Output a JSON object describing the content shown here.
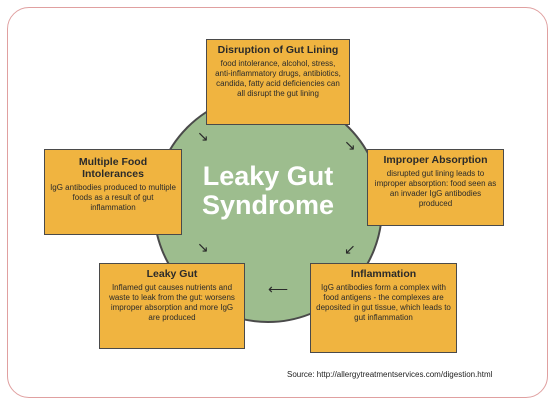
{
  "center_title": "Leaky Gut Syndrome",
  "boxes": {
    "disruption": {
      "heading": "Disruption of Gut Lining",
      "body": "food intolerance, alcohol, stress, anti-inflammatory drugs, antibiotics, candida, fatty acid deficiencies can all disrupt the gut lining"
    },
    "multiple_food": {
      "heading": "Multiple Food Intolerances",
      "body": "IgG antibodies produced to multiple foods as a result of gut inflammation"
    },
    "improper_absorption": {
      "heading": "Improper Absorption",
      "body": "disrupted gut lining leads to improper absorption: food seen as an invader IgG antibodies produced"
    },
    "leaky_gut": {
      "heading": "Leaky Gut",
      "body": "Inflamed gut causes nutrients and waste to leak from the gut: worsens improper absorption and more IgG are produced"
    },
    "inflammation": {
      "heading": "Inflammation",
      "body": "IgG antibodies form a complex with food antigens - the complexes are deposited in gut tissue, which leads to gut inflammation"
    }
  },
  "arrows": {
    "a1": "↘",
    "a2": "↘",
    "a3": "↙",
    "a4": "⟵",
    "a5": "↘"
  },
  "source": "Source: http://allergytreatmentservices.com/digestion.html",
  "colors": {
    "box": "#f0b440",
    "circle": "#9dbd8e",
    "frame": "#e0a0a0"
  }
}
